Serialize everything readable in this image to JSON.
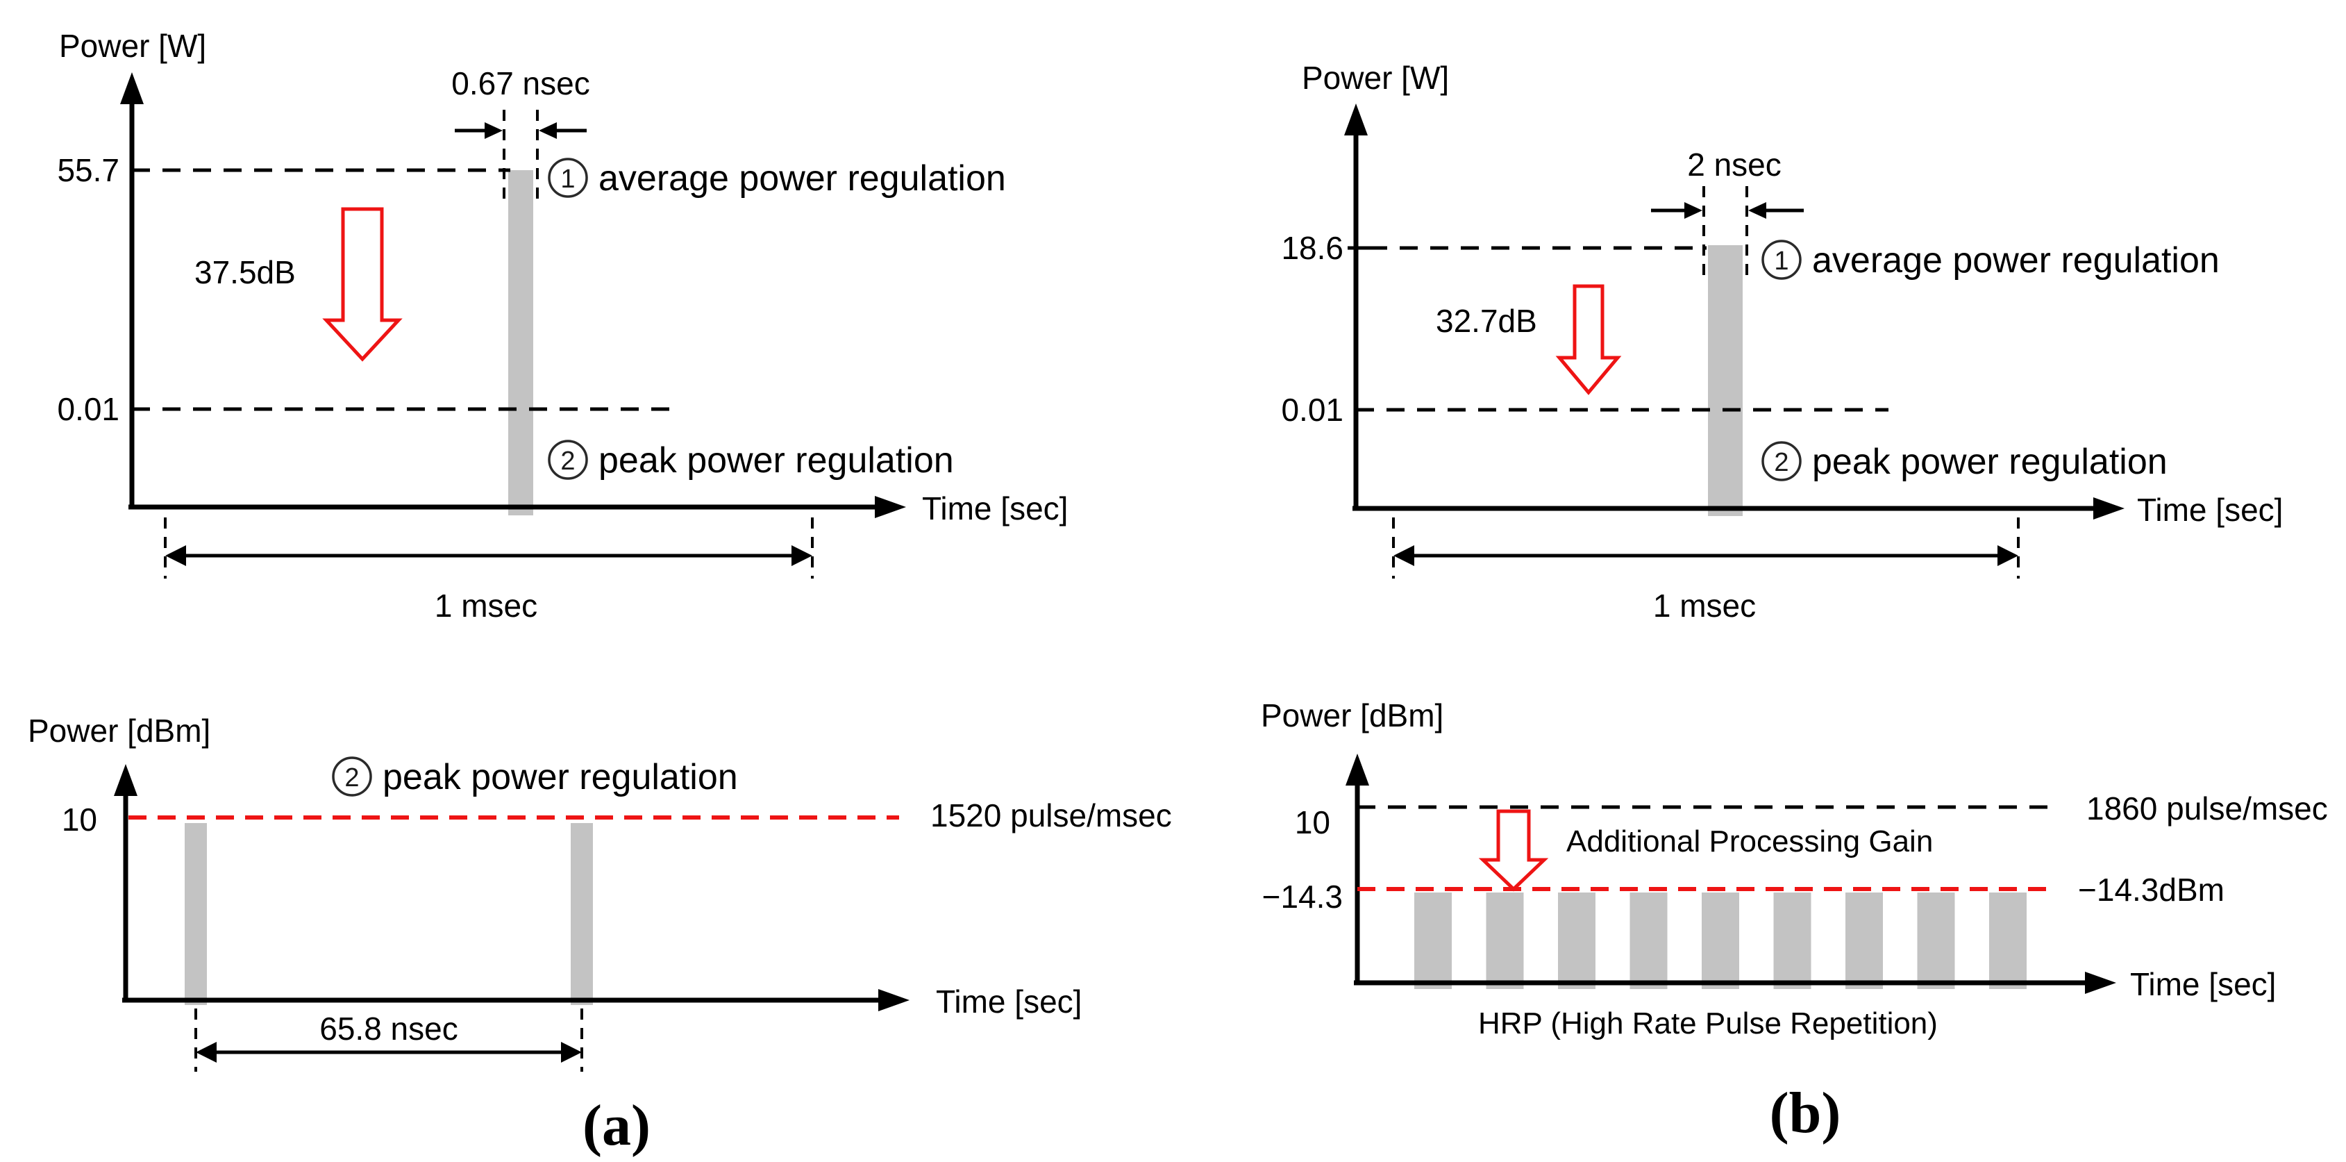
{
  "colors": {
    "accent_red": "#ee1414",
    "pulse_gray": "#c3c3c3",
    "line_black": "#000000"
  },
  "tl": {
    "title": "Power [W]",
    "v_peak": "55.7",
    "v_limit": "0.01",
    "pulse_width": "0.67 nsec",
    "drop": "37.5dB",
    "span": "1 msec",
    "time": "Time [sec]",
    "m1": "1",
    "l1": "average power regulation",
    "m2": "2",
    "l2": "peak power regulation",
    "pulses": 1
  },
  "tr": {
    "title": "Power [W]",
    "v_peak": "18.6",
    "v_limit": "0.01",
    "pulse_width": "2 nsec",
    "drop": "32.7dB",
    "span": "1 msec",
    "time": "Time [sec]",
    "m1": "1",
    "l1": "average power regulation",
    "m2": "2",
    "l2": "peak power regulation",
    "pulses": 1
  },
  "bl": {
    "title": "Power [dBm]",
    "v_level": "10",
    "m2": "2",
    "l2": "peak power regulation",
    "rate": "1520 pulse/msec",
    "gap": "65.8 nsec",
    "time": "Time [sec]",
    "caption": "(a)",
    "pulses": 2
  },
  "br": {
    "title": "Power [dBm]",
    "v_top": "10",
    "v_bottom": "−14.3",
    "rate": "1860 pulse/msec",
    "level": "−14.3dBm",
    "gain": "Additional Processing Gain",
    "hrp": "HRP (High Rate Pulse Repetition)",
    "time": "Time [sec]",
    "caption": "(b)",
    "pulse_count": 9
  }
}
